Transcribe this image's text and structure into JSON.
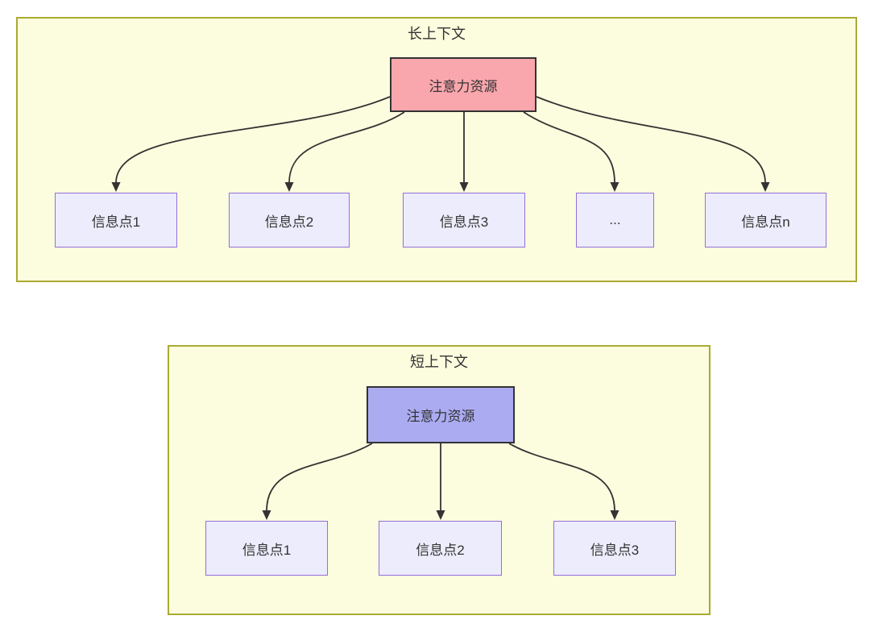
{
  "diagram": {
    "panels": [
      {
        "title": "长上下文",
        "source": {
          "label": "注意力资源"
        },
        "targets": [
          {
            "label": "信息点1"
          },
          {
            "label": "信息点2"
          },
          {
            "label": "信息点3"
          },
          {
            "label": "..."
          },
          {
            "label": "信息点n"
          }
        ]
      },
      {
        "title": "短上下文",
        "source": {
          "label": "注意力资源"
        },
        "targets": [
          {
            "label": "信息点1"
          },
          {
            "label": "信息点2"
          },
          {
            "label": "信息点3"
          }
        ]
      }
    ],
    "colors": {
      "panel_fill": "#fcfcde",
      "panel_border": "#aaaa33",
      "long_source_fill": "#f9a6ad",
      "short_source_fill": "#ababf2",
      "target_fill": "#ececfc",
      "target_border": "#9370db",
      "node_border": "#333333",
      "edge": "#333333",
      "text": "#333333"
    }
  }
}
